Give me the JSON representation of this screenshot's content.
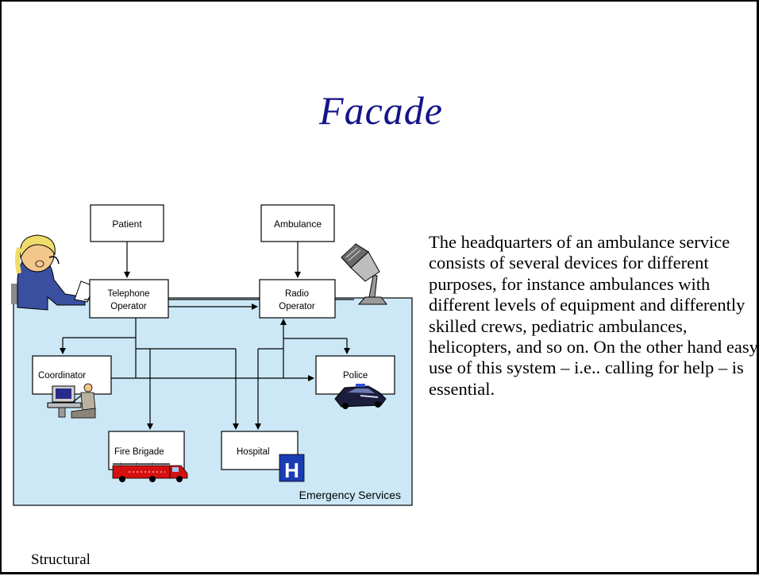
{
  "slide": {
    "title": "Facade",
    "body": "The headquarters of an ambulance service consists of several devices for different purposes, for instance ambulances with different levels of equipment and differently skilled crews, pediatric ambulances, helicopters, and so on. On the other hand easy use of this system – i.e.. calling for help – is essential.",
    "footer": "Structural"
  },
  "diagram": {
    "nodes": {
      "patient": "Patient",
      "ambulance": "Ambulance",
      "telephone_operator_1": "Telephone",
      "telephone_operator_2": "Operator",
      "radio_operator_1": "Radio",
      "radio_operator_2": "Operator",
      "coordinator": "Coordinator",
      "police": "Police",
      "fire_brigade": "Fire Brigade",
      "hospital": "Hospital"
    },
    "hospital_sign": "H",
    "container_label": "Emergency Services"
  },
  "colors": {
    "title": "#14148a",
    "container_fill": "#cce8f6",
    "hospital_sign": "#1a3cb4",
    "fire_truck": "#d41010"
  },
  "icons": [
    "operator-with-headset-icon",
    "microphone-icon",
    "computer-operator-icon",
    "police-car-icon",
    "fire-truck-icon",
    "hospital-sign-icon"
  ]
}
